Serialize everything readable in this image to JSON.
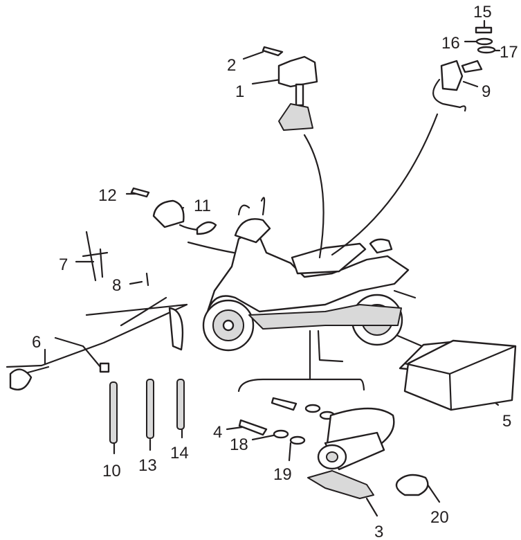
{
  "diagram": {
    "title": "Scooter electrical parts exploded view",
    "callouts": [
      "1",
      "2",
      "3",
      "4",
      "5",
      "6",
      "7",
      "8",
      "9",
      "10",
      "11",
      "12",
      "13",
      "14",
      "15",
      "16",
      "17",
      "18",
      "19",
      "20"
    ]
  }
}
